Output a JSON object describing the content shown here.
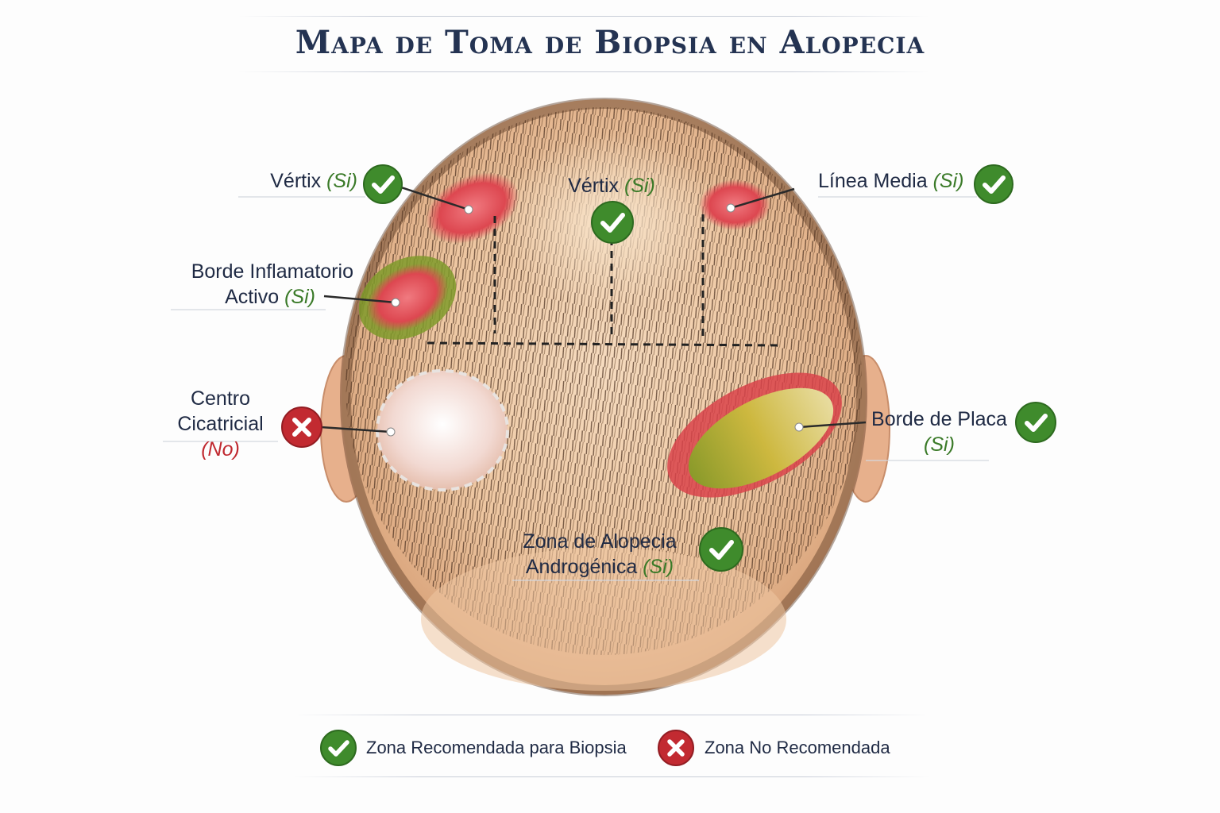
{
  "title": "Mapa de Toma de Biopsia en Alopecia",
  "labels": {
    "vertix_left": {
      "name": "Vértix",
      "tag": "(Si)"
    },
    "vertix_center": {
      "name": "Vértix",
      "tag": "(Si)"
    },
    "linea_media": {
      "name": "Línea Media",
      "tag": "(Si)"
    },
    "borde_inflamatorio": {
      "line1": "Borde Inflamatorio",
      "line2": "Activo",
      "tag": "(Si)"
    },
    "centro_cicatricial": {
      "line1": "Centro",
      "line2": "Cicatricial",
      "tag": "(No)"
    },
    "borde_placa": {
      "name": "Borde de Placa",
      "tag": "(Si)"
    },
    "zona_androgenica": {
      "line1": "Zona de Alopecia",
      "line2": "Androgénica",
      "tag": "(Si)"
    }
  },
  "legend": {
    "recommended": "Zona Recomendada para Biopsia",
    "not_recommended": "Zona No Recomendada"
  },
  "icons": {
    "yes": "check-circle-icon",
    "no": "cross-circle-icon"
  },
  "colors": {
    "yes": "#3f8b2c",
    "no": "#c22a31",
    "title": "#243352",
    "lesion_red": "#d9434a",
    "lesion_yellow": "#c8b23a"
  }
}
